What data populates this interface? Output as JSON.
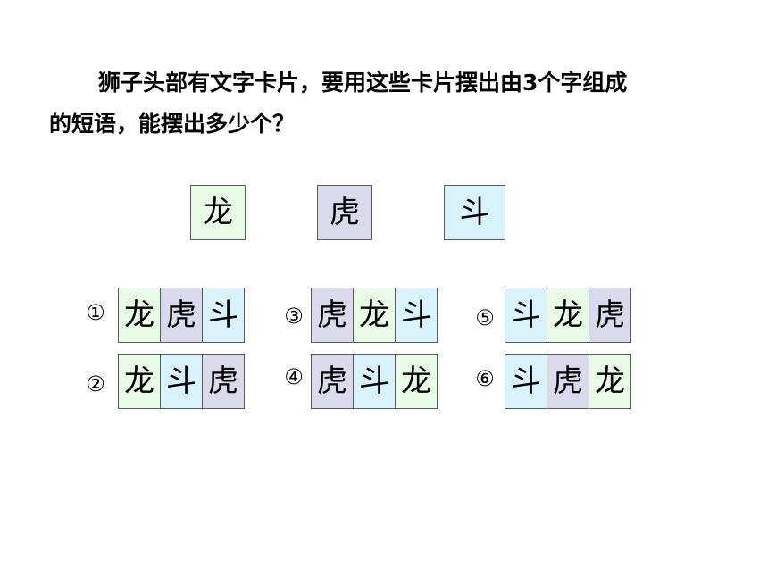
{
  "question": {
    "line1": "狮子头部有文字卡片，要用这些卡片摆出由3个字组成",
    "line2": "的短语，能摆出多少个？"
  },
  "colors": {
    "long": "#e8fbe6",
    "hu": "#dbd9ec",
    "dou": "#d8f3fd"
  },
  "cards": [
    {
      "text": "龙",
      "color_key": "long"
    },
    {
      "text": "虎",
      "color_key": "hu"
    },
    {
      "text": "斗",
      "color_key": "dou"
    }
  ],
  "arrangements": [
    {
      "number": "①",
      "chars": [
        "龙",
        "虎",
        "斗"
      ],
      "colors": [
        "long",
        "hu",
        "dou"
      ]
    },
    {
      "number": "②",
      "chars": [
        "龙",
        "斗",
        "虎"
      ],
      "colors": [
        "long",
        "dou",
        "hu"
      ]
    },
    {
      "number": "③",
      "chars": [
        "虎",
        "龙",
        "斗"
      ],
      "colors": [
        "hu",
        "long",
        "dou"
      ]
    },
    {
      "number": "④",
      "chars": [
        "虎",
        "斗",
        "龙"
      ],
      "colors": [
        "hu",
        "dou",
        "long"
      ]
    },
    {
      "number": "⑤",
      "chars": [
        "斗",
        "龙",
        "虎"
      ],
      "colors": [
        "dou",
        "long",
        "hu"
      ]
    },
    {
      "number": "⑥",
      "chars": [
        "斗",
        "虎",
        "龙"
      ],
      "colors": [
        "dou",
        "hu",
        "long"
      ]
    }
  ]
}
